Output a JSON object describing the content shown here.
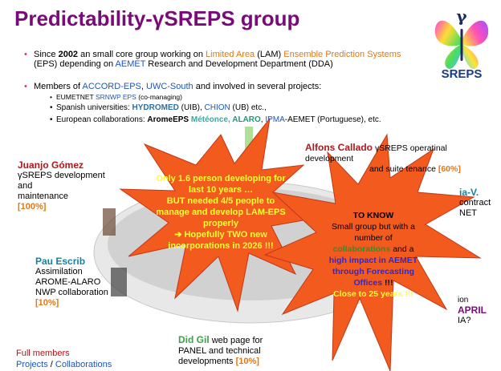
{
  "slide": {
    "title": "Predictability-γSREPS group",
    "logo": {
      "gamma": "γ",
      "text": "SREPS"
    },
    "bullets": [
      {
        "parts": [
          "Since ",
          "2002",
          " an small core group working on ",
          "Limited Area",
          " (LAM) ",
          "Ensemble Prediction Systems",
          " (EPS) depending on ",
          "AEMET",
          " Research and Development Department (DDA)"
        ]
      },
      {
        "parts": [
          "Members of ",
          "ACCORD-EPS",
          ", ",
          "UWC-South",
          " and involved in several projects:"
        ]
      }
    ],
    "sub_bullets": [
      {
        "parts": [
          "EUMETNET ",
          "SRNWP EPS",
          " (co-managing)"
        ]
      },
      {
        "parts": [
          "Spanish universities: ",
          "HYDROMED",
          " (UIB), ",
          "CHION",
          " (UB) etc.,"
        ]
      },
      {
        "parts": [
          "European collaborations: ",
          "AromeEPS",
          " ",
          "Météo",
          "nce, ",
          "ALARO",
          ", ",
          "IPMA",
          "-AEMET (Portuguese), etc."
        ]
      }
    ],
    "people": [
      {
        "name": "Juanjo Gómez",
        "lines": [
          "γSREPS development",
          "and",
          "maintenance"
        ],
        "pct": "[100%]"
      },
      {
        "name": "Alfons Callado",
        "lines": [
          "γSREPS operati",
          "nal development",
          "and suite",
          "tenance"
        ],
        "pct": "[60%]"
      },
      {
        "name": "Pau Escrib",
        "lines": [
          "Assimilation",
          "AROME-ALARO",
          "NWP collaboration"
        ],
        "pct": "[10%]"
      },
      {
        "name": "ia-V.",
        "lines": [
          "contract",
          "NET"
        ]
      },
      {
        "name": "APRIL",
        "lines": [
          "ion",
          "IA?"
        ]
      },
      {
        "name": "id Gil",
        "name_prefix": "D",
        "lines": [
          "web page for",
          "PANEL and technical developments"
        ],
        "pct": "[10%]"
      }
    ],
    "burst_left": {
      "lines": [
        "Only 1.6 person developing for",
        "last 10 years …",
        "BUT needed 4/5 people to",
        "manage and develop LAM-EPS",
        "properly",
        "➔ Hopefully TWO new",
        "incorporations in 2026 !!!"
      ]
    },
    "burst_right": {
      "heading": "TO KNOW",
      "l1": "Small group but with a",
      "l2": "number of",
      "l3a": "collaborations",
      "l3b": " and a",
      "l4": "high impact in AEMET",
      "l5": "through Forecasting",
      "l6a": "Offices",
      "l6b": " !!!",
      "l7": "Close to 25 years !!!"
    },
    "legend": {
      "full": "Full members",
      "projects": "Projects",
      "sep": " / ",
      "collab": "Collaborations"
    },
    "colors": {
      "title": "#7a0a7a",
      "burst_fill": "#f25a1e",
      "burst_text": "#ffff33",
      "accent_orange": "#e07818",
      "accent_blue": "#1f56b8",
      "legend_red": "#b0181d"
    }
  }
}
